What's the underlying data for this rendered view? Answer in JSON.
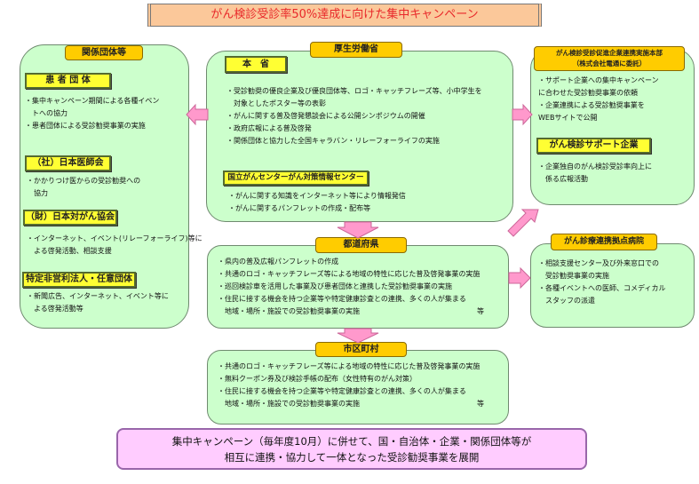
{
  "title": "がん検診受診率50%達成に向けた集中キャンペーン",
  "left": {
    "header": "関係団体等",
    "groups": [
      {
        "title": "患 者 団 体",
        "lines": [
          "・集中キャンペーン期間による各種イベン",
          "　トへの協力",
          "・患者団体による受診勧奨事業の実施"
        ]
      },
      {
        "title": "（社）日本医師会",
        "lines": [
          "・かかりつけ医からの受診勧奨への",
          "　協力"
        ]
      },
      {
        "title": "（財）日本対がん協会",
        "lines": [
          "・インターネット、イベント(リレーフォーライフ)等に",
          "　よる啓発活動、相談支援"
        ]
      },
      {
        "title": "特定非営利法人・任意団体",
        "lines": [
          "・新聞広告、インターネット、イベント等に",
          "　よる啓発活動等"
        ]
      }
    ]
  },
  "center": {
    "header": "厚生労働省",
    "honsho": {
      "title": "本　省",
      "lines": [
        "・受診勧奨の優良企業及び優良団体等、ロゴ・キャッチフレーズ等、小中学生を",
        "　対象としたポスター等の表彰",
        "・がんに関する普及啓発懇談会による公開シンポジウムの開催",
        "・政府広報による普及啓発",
        "・関係団体と協力した全国キャラバン・リレーフォーライフの実施"
      ]
    },
    "ncc": {
      "title": "国立がんセンターがん対策情報センター",
      "lines": [
        "・がんに関する知識をインターネット等により情報発信",
        "・がんに関するパンフレットの作成・配布等"
      ]
    }
  },
  "prefecture": {
    "header": "都道府県",
    "lines": [
      "・県内の普及広報パンフレットの作成",
      "・共通のロゴ・キャッチフレーズ等による地域の特性に応じた普及啓発事業の実施",
      "・巡回検診車を活用した事業及び患者団体と連携した受診勧奨事業の実施",
      "・住民に接する機会を持つ企業等や特定健康診査との連携、多くの人が集まる",
      "　地域・場所・施設での受診勧奨事業の実施"
    ],
    "etc": "等"
  },
  "municipality": {
    "header": "市区町村",
    "lines": [
      "・共通のロゴ・キャッチフレーズ等による地域の特性に応じた普及啓発事業の実施",
      "・無料クーポン券及び検診手帳の配布（女性特有のがん対策）",
      "・住民に接する機会を持つ企業等や特定健康診査との連携、多くの人が集まる",
      "　地域・場所・施設での受診勧奨事業の実施"
    ],
    "etc": "等"
  },
  "right_top": {
    "header": [
      "がん検診受診促進企業連携実施本部",
      "（株式会社電通に委託）"
    ],
    "lines": [
      "・サポート企業への集中キャンペーン",
      "に合わせた受診勧奨事業の依頼",
      "・企業連携による受診勧奨事業を",
      "WEBサイトで公開"
    ],
    "support": {
      "title": "がん検診サポート企業",
      "lines": [
        "・企業独自のがん検診受診率向上に",
        "　係る広報活動"
      ]
    }
  },
  "right_bottom": {
    "header": "がん診療連携拠点病院",
    "lines": [
      "・相談支援センター及び外来窓口での",
      "　受診勧奨事業の実施",
      "・各種イベントへの医師、コメディカル",
      "　スタッフの派遣"
    ]
  },
  "footer": {
    "lines": [
      "集中キャンペーン（毎年度10月）に併せて、国・自治体・企業・関係団体等が",
      "相互に連携・協力して一体となった受診勧奨事業を展開"
    ]
  }
}
